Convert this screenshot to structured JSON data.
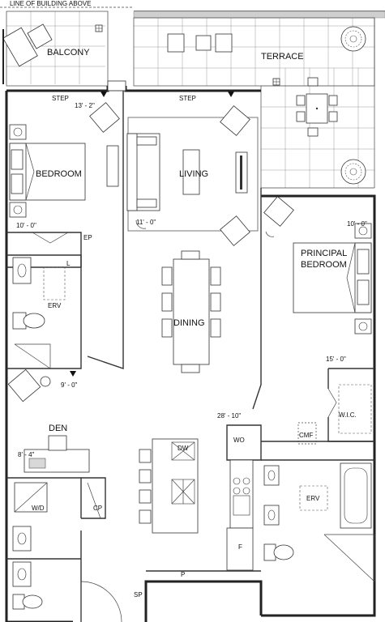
{
  "header": {
    "building_line": "LINE OF BUILDING ABOVE"
  },
  "rooms": {
    "balcony": "BALCONY",
    "terrace": "TERRACE",
    "bedroom": "BEDROOM",
    "living": "LIVING",
    "dining": "DINING",
    "principal_line1": "PRINCIPAL",
    "principal_line2": "BEDROOM",
    "den": "DEN",
    "wic": "W.I.C."
  },
  "dimensions": {
    "bedroom_top": "13' - 2\"",
    "bedroom_left": "10' - 0\"",
    "living": "11' - 0\"",
    "principal_top": "10' - 0\"",
    "wic": "15' - 0\"",
    "den_right": "9' - 0\"",
    "den_left": "8' - 4\"",
    "wo": "28' - 10\""
  },
  "labels": {
    "step_left": "STEP",
    "step_right": "STEP",
    "linen": "L",
    "ep": "EP",
    "erv_left": "ERV",
    "erv_right": "ERV",
    "wo": "WO",
    "cmf": "CMF",
    "dw": "DW",
    "fridge": "F",
    "wd": "W/D",
    "cp": "CP",
    "pantry": "P",
    "sp": "SP"
  }
}
